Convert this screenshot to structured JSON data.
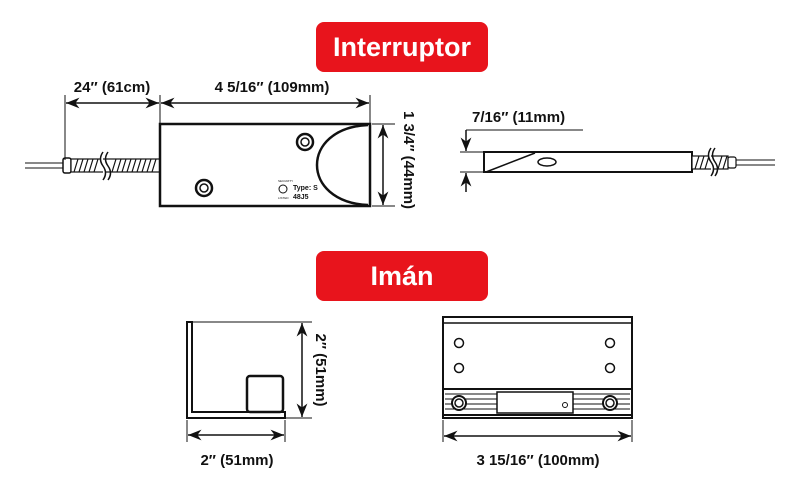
{
  "colors": {
    "badge": "#e8141c",
    "badge_text": "#ffffff",
    "line": "#111111"
  },
  "switch_section": {
    "title": "Interruptor",
    "cable_length": "24″ (61cm)",
    "length": "4 5/16″ (109mm)",
    "height": "1 3/4″ (44mm)",
    "thickness": "7/16″ (11mm)",
    "label_type": "Type: S",
    "label_code": "48J5",
    "label_listed": "LISTED",
    "label_security": "SECURITY"
  },
  "magnet_section": {
    "title": "Imán",
    "side_height": "2″ (51mm)",
    "side_width": "2″ (51mm)",
    "front_width": "3 15/16″ (100mm)"
  }
}
